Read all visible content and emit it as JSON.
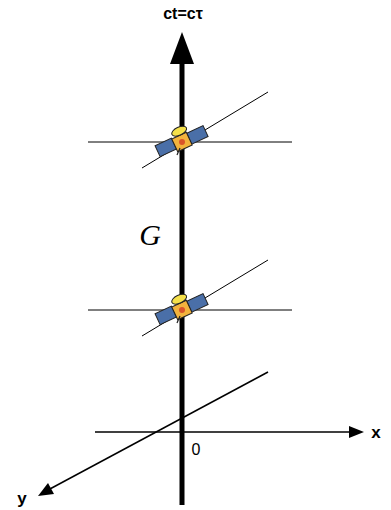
{
  "diagram": {
    "labels": [
      "ct=cτ",
      "G",
      "0",
      "x",
      "y"
    ]
  }
}
